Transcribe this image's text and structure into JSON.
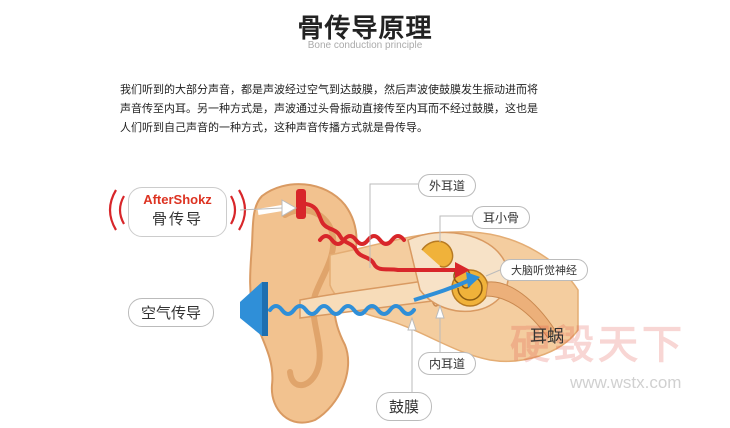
{
  "title": "骨传导原理",
  "subtitle": "Bone conduction principle",
  "intro_lines": [
    "我们听到的大部分声音，都是声波经过空气到达鼓膜，然后声波使鼓膜发生振动进而将",
    "声音传至内耳。另一种方式是，声波通过头骨振动直接传至内耳而不经过鼓膜，这也是",
    "人们听到自己声音的一种方式，这种声音传播方式就是骨传导。"
  ],
  "labels": {
    "brand": "AfterShokz",
    "bone_conduction": "骨传导",
    "air_conduction": "空气传导",
    "outer_ear_canal": "外耳道",
    "ossicles": "耳小骨",
    "auditory_nerve": "大脑听觉神经",
    "cochlea": "耳蜗",
    "inner_ear_canal": "内耳道",
    "eardrum": "鼓膜"
  },
  "watermark": {
    "text": "硬毁天下",
    "url": "www.wstx.com"
  },
  "colors": {
    "skin": "#f2c28f",
    "skin_dark": "#e0a46b",
    "bone_wave": "#d8262a",
    "air_wave": "#2f8fd8",
    "cochlea": "#f0b23a"
  }
}
